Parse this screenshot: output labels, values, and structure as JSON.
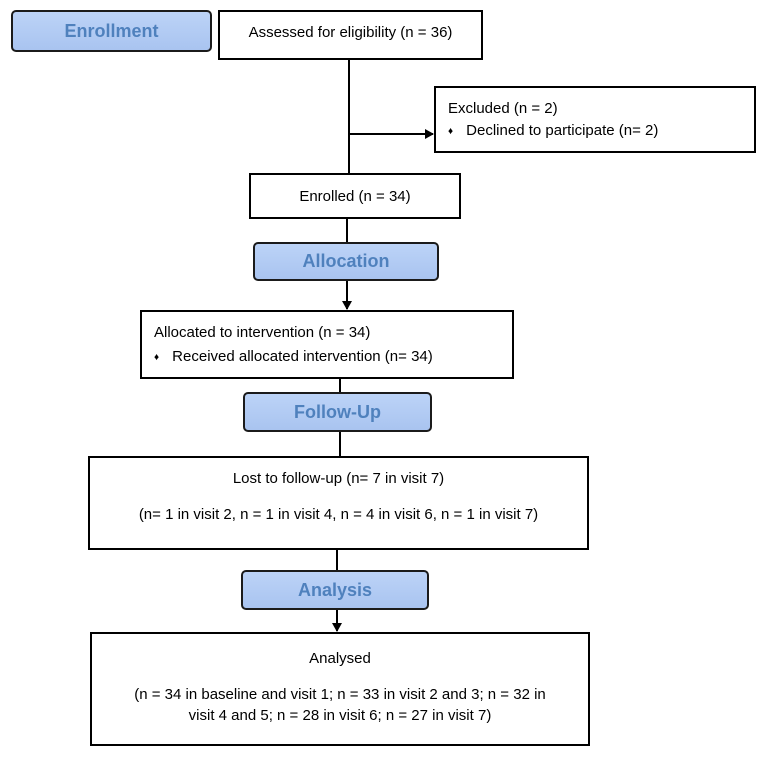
{
  "stages": {
    "enrollment": "Enrollment",
    "allocation": "Allocation",
    "follow_up": "Follow-Up",
    "analysis": "Analysis"
  },
  "boxes": {
    "assessed": "Assessed for eligibility (n = 36)",
    "excluded_title": "Excluded (n = 2)",
    "excluded_reason": "Declined to participate (n=  2)",
    "enrolled": "Enrolled (n = 34)",
    "allocated_title": "Allocated to intervention (n = 34)",
    "allocated_detail": "Received allocated intervention (n= 34)",
    "lost_title": "Lost to follow-up (n= 7 in visit 7)",
    "lost_detail": "(n= 1 in visit 2, n = 1 in visit 4, n = 4 in visit 6, n = 1 in visit 7)",
    "analysed_title": "Analysed",
    "analysed_detail_line1": "(n = 34 in baseline and visit 1; n = 33 in visit 2 and 3; n = 32 in",
    "analysed_detail_line2": "visit 4 and 5; n = 28 in visit 6; n = 27 in visit 7)"
  },
  "bullet_symbol": "♦"
}
